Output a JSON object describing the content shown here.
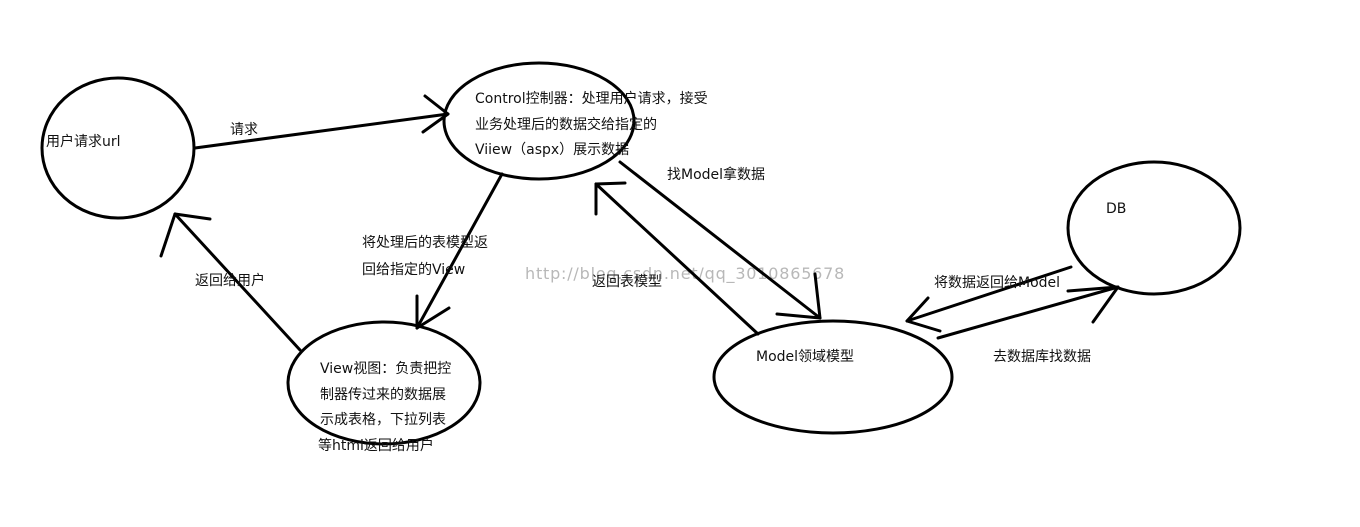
{
  "nodes": {
    "user": {
      "label": "用户请求url"
    },
    "controller": {
      "lines": [
        "Control控制器：处理用户请求，接受",
        "业务处理后的数据交给指定的",
        "Viiew（aspx）展示数据"
      ]
    },
    "view": {
      "lines": [
        "View视图：负责把控",
        "制器传过来的数据展",
        "示成表格，下拉列表",
        "等html返回给用户"
      ]
    },
    "model": {
      "label": "Model领域模型"
    },
    "db": {
      "label": "DB"
    }
  },
  "edges": {
    "request": "请求",
    "return_to_user": "返回给用户",
    "controller_to_view": [
      "将处理后的表模型返",
      "回给指定的View"
    ],
    "find_model": "找Model拿数据",
    "return_table_model": "返回表模型",
    "return_to_model": "将数据返回给Model",
    "query_db": "去数据库找数据"
  },
  "watermark": "http://blog.csdn.net/qq_3010865678"
}
